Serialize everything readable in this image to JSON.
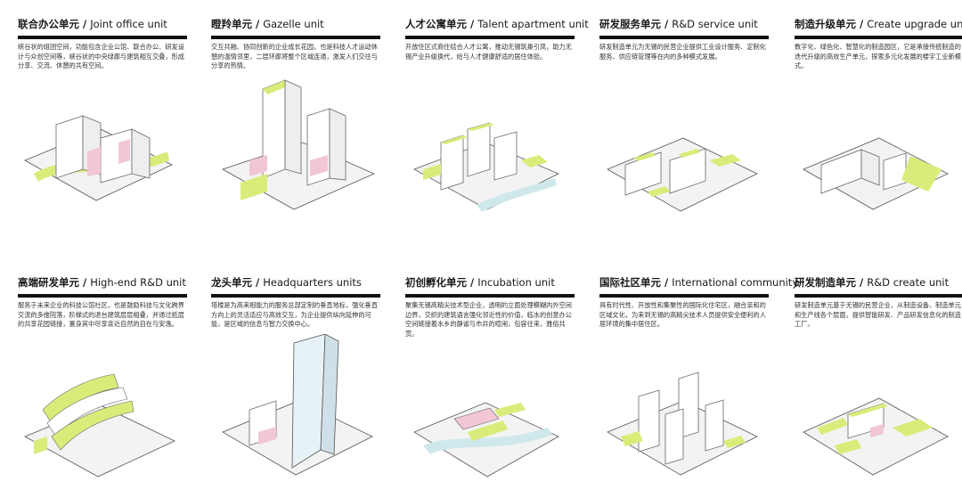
{
  "colors": {
    "green": "#d9ec7a",
    "pink": "#f1c6d6",
    "blue": "#cfe8ec",
    "rule": "#111111"
  },
  "units": [
    {
      "zh": "联合办公单元",
      "en": "Joint office unit",
      "desc": "峡谷状的组团空间，功能包含企业公馆、联合办公、研发设计与众创空间等，峡谷状的中央绿廊与建筑相互交叠，形成分享、交流、休憩的共有空间。"
    },
    {
      "zh": "瞪羚单元",
      "en": "Gazelle unit",
      "desc": "交互共融、协同创新的企业成长花园，也是科技人才运动休憩的温情邻里，二层环廊将整个区域连通，激发人们交往与分享的热情。"
    },
    {
      "zh": "人才公寓单元",
      "en": "Talent apartment unit",
      "desc": "开放住区式商住结合人才公寓，推动无锡筑巢引凤，助力无锡产业升级换代，给与人才健康舒适的居住体验。"
    },
    {
      "zh": "研发服务单元",
      "en": "R&D service unit",
      "desc": "研发制造单元为无锡的民营企业提供工业设计服务、定制化服务、供应链管理等在内的多种模式发展。"
    },
    {
      "zh": "制造升级单元",
      "en": "Create upgrade unit",
      "desc": "数字化、绿色化、智慧化的制造园区，它是承接传统制造的迭代升级的高效生产单元，探索多元化发展的楼宇工业新模式。"
    },
    {
      "zh": "高端研发单元",
      "en": "High-end R&D unit",
      "desc": "服务于未来企业的科技公馆社区，也是鼓励科技与文化跨界交流的多维院落，阶梯式的退台建筑层层相叠，并通过抵层的共享花园链接，置身其中尽享亲近自然的自在与安逸。"
    },
    {
      "zh": "龙头单元",
      "en": "Headquarters units",
      "desc": "塔楼是为高来相能力的服务总部定制的垂直地标，强化垂直方向上的灵活适应与高效交互，为企业提供纵向延伸的可能，是区域的信息与智力交换中心。"
    },
    {
      "zh": "初创孵化单元",
      "en": "Incubation unit",
      "desc": "聚集无锡高精尖技术型企业，透明的立面处理模糊内外空间边界，交织的建筑语言强化邻近性的价值，临水的创意办公空间链接着水乡的静谧与市井的喧闹，包容往来，雅俗共赏。"
    },
    {
      "zh": "国际社区单元",
      "en": "International community",
      "desc": "具有时代性、开放性和集聚性的国际化住宅区，融合亲和的区域文化，为来到无锡的高精尖技术人员提供安全便利的人居环境的集中居住区。"
    },
    {
      "zh": "研发制造单元",
      "en": "R&D create unit",
      "desc": "研发制造单元基于无锡的民营企业，从制造设备、制造单元和生产线各个层面，提供智能研发、产品研发信息化的制造工厂。"
    }
  ]
}
